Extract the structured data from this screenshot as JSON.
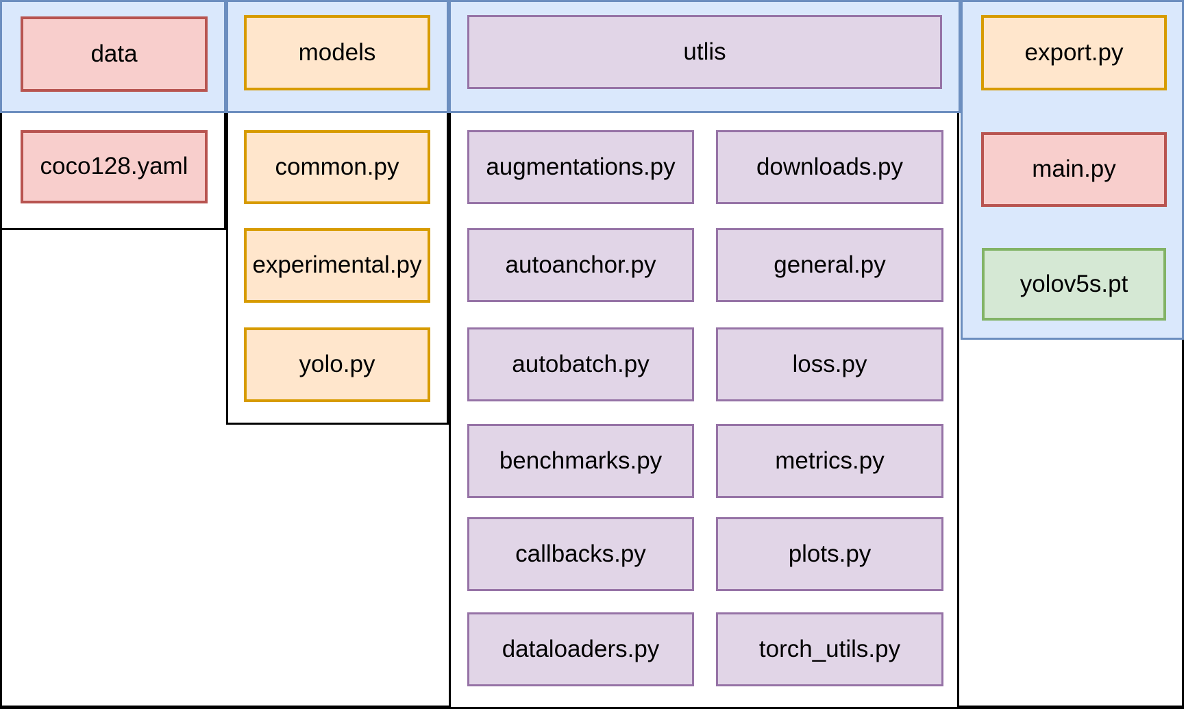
{
  "header_cells": {
    "data": "data",
    "models": "models",
    "utlis": "utlis"
  },
  "data_files": {
    "coco128": "coco128.yaml"
  },
  "models_files": {
    "common": "common.py",
    "experimental": "experimental.py",
    "yolo": "yolo.py"
  },
  "utlis_files": {
    "col1": [
      "augmentations.py",
      "autoanchor.py",
      "autobatch.py",
      "benchmarks.py",
      "callbacks.py",
      "dataloaders.py"
    ],
    "col2": [
      "downloads.py",
      "general.py",
      "loss.py",
      "metrics.py",
      "plots.py",
      "torch_utils.py"
    ]
  },
  "root_files": {
    "export": "export.py",
    "main": "main.py",
    "weights": "yolov5s.pt"
  },
  "colors": {
    "blue_fill": "#dae8fc",
    "blue_stroke": "#6c8ebf",
    "red_fill": "#f8cecc",
    "red_stroke": "#b85450",
    "orange_fill": "#ffe6cc",
    "orange_stroke": "#d79b00",
    "purple_fill": "#e1d5e7",
    "purple_stroke": "#9673a6",
    "green_fill": "#d5e8d4",
    "green_stroke": "#82b366",
    "box_stroke": "#000000"
  }
}
